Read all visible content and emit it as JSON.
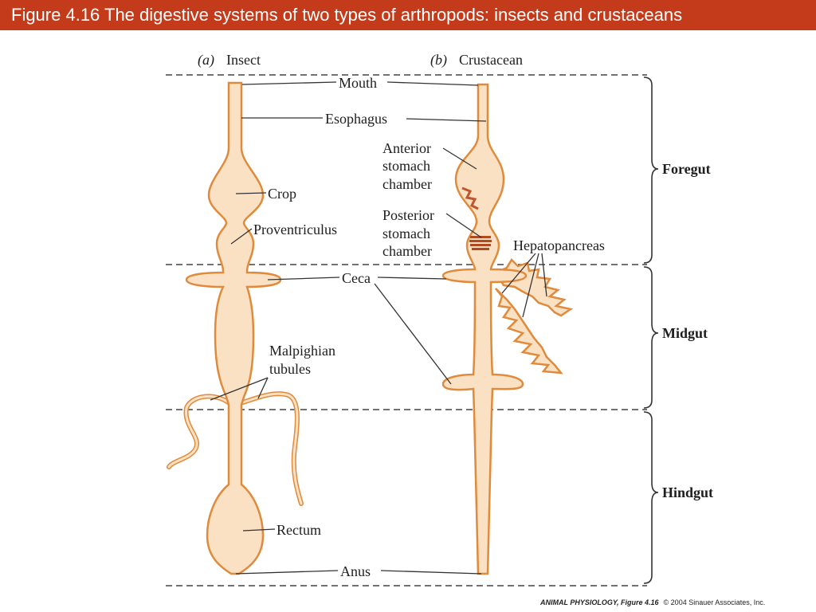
{
  "title": "Figure 4.16   The digestive systems of two types of arthropods: insects and crustaceans",
  "panels": {
    "a_letter": "(a)",
    "a_name": "Insect",
    "b_letter": "(b)",
    "b_name": "Crustacean"
  },
  "labels": {
    "mouth": "Mouth",
    "esophagus": "Esophagus",
    "anterior_1": "Anterior",
    "anterior_2": "stomach",
    "anterior_3": "chamber",
    "crop": "Crop",
    "proventriculus": "Proventriculus",
    "posterior_1": "Posterior",
    "posterior_2": "stomach",
    "posterior_3": "chamber",
    "hepatopancreas": "Hepatopancreas",
    "ceca": "Ceca",
    "malpighian_1": "Malpighian",
    "malpighian_2": "tubules",
    "rectum": "Rectum",
    "anus": "Anus"
  },
  "regions": {
    "foregut": "Foregut",
    "midgut": "Midgut",
    "hindgut": "Hindgut"
  },
  "credit": {
    "book": "ANIMAL PHYSIOLOGY, Figure 4.16",
    "copyright": "© 2004 Sinauer Associates, Inc."
  },
  "colors": {
    "title_bar": "#c33b1a",
    "organ_fill": "#fbe1c3",
    "organ_outline": "#e08a3c"
  }
}
